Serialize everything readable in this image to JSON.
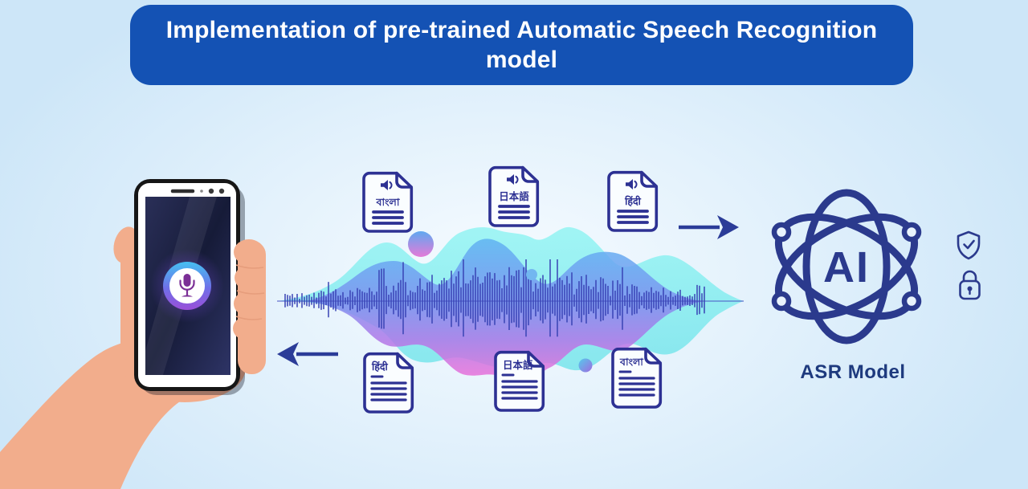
{
  "title": "Implementation of pre-trained Automatic Speech Recognition model",
  "documents": {
    "top_row": [
      {
        "label": "বাংলা",
        "language": "Bengali",
        "icon": "speaker-icon"
      },
      {
        "label": "日本語",
        "language": "Japanese",
        "icon": "speaker-icon"
      },
      {
        "label": "हिंदी",
        "language": "Hindi",
        "icon": "speaker-icon"
      }
    ],
    "bottom_row": [
      {
        "label": "हिंदी",
        "language": "Hindi"
      },
      {
        "label": "日本語",
        "language": "Japanese"
      },
      {
        "label": "বাংলা",
        "language": "Bengali"
      }
    ]
  },
  "model": {
    "badge": "AI",
    "label": "ASR Model"
  },
  "phone": {
    "icon": "microphone-icon"
  },
  "security": {
    "icons": [
      "shield-check-icon",
      "lock-icon"
    ]
  },
  "colors": {
    "banner_blue": "#1452b4",
    "navy": "#2b3a8d",
    "doc_outline": "#2d3193",
    "wave_cyan": "#7beef0",
    "wave_blue": "#5fb3f2",
    "wave_purple": "#b077e8",
    "wave_pink": "#ee6fd8",
    "skin": "#f2ad8c",
    "background": "#cde6f8"
  }
}
